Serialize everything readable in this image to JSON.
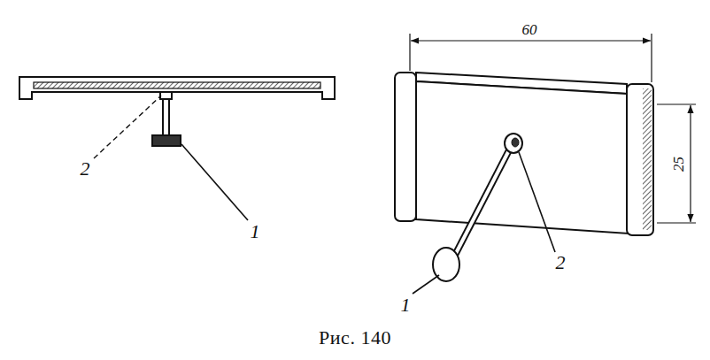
{
  "diagram": {
    "caption": "Рис. 140",
    "labels": [
      "2",
      "1",
      "60",
      "25",
      "1",
      "2"
    ]
  }
}
